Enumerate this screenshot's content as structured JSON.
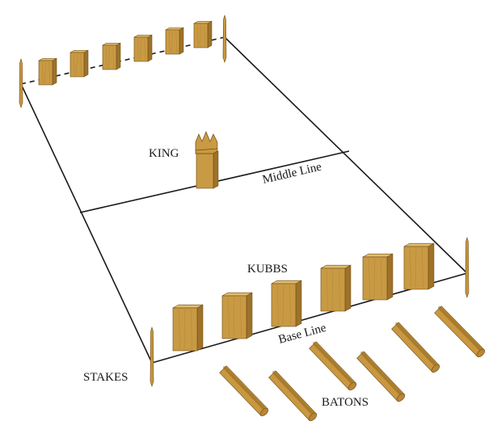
{
  "diagram": {
    "labels": {
      "king": "KING",
      "middle_line": "Middle Line",
      "kubbs": "KUBBS",
      "base_line": "Base Line",
      "stakes": "STAKES",
      "batons": "BATONS"
    },
    "colors": {
      "line": "#1a1a1a",
      "wood_front": "#c99a44",
      "wood_side": "#9e7228",
      "wood_top": "#e2bd72",
      "wood_edge": "#6e4d17",
      "baton_body": "#c8973f",
      "baton_dark": "#8f6620",
      "baton_end": "#b88636"
    },
    "counts": {
      "kubbs_far": 6,
      "kubbs_near": 6,
      "batons": 6,
      "stakes": 4,
      "king": 1
    }
  }
}
